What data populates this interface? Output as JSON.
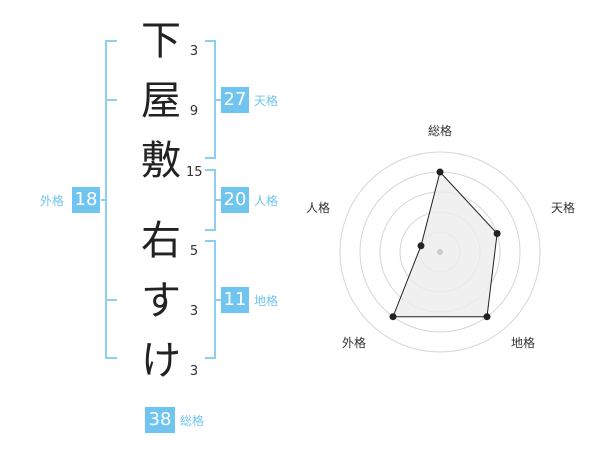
{
  "name": {
    "chars": [
      "下",
      "屋",
      "敷",
      "右",
      "す",
      "け"
    ],
    "strokes": [
      "3",
      "9",
      "15",
      "5",
      "3",
      "3"
    ]
  },
  "fortune": {
    "tenkaku": {
      "value": "27",
      "label": "天格"
    },
    "jinkaku": {
      "value": "20",
      "label": "人格"
    },
    "chikaku": {
      "value": "11",
      "label": "地格"
    },
    "gaikaku": {
      "value": "18",
      "label": "外格"
    },
    "soukaku": {
      "value": "38",
      "label": "総格"
    }
  },
  "chart_data": {
    "type": "radar",
    "axes": [
      "総格",
      "天格",
      "地格",
      "外格",
      "人格"
    ],
    "values": [
      4,
      3,
      4,
      4,
      1
    ],
    "max": 5
  },
  "colors": {
    "bracket": "#8ccff2",
    "badge": "#6fc4f0",
    "label": "#6fc4f0"
  }
}
